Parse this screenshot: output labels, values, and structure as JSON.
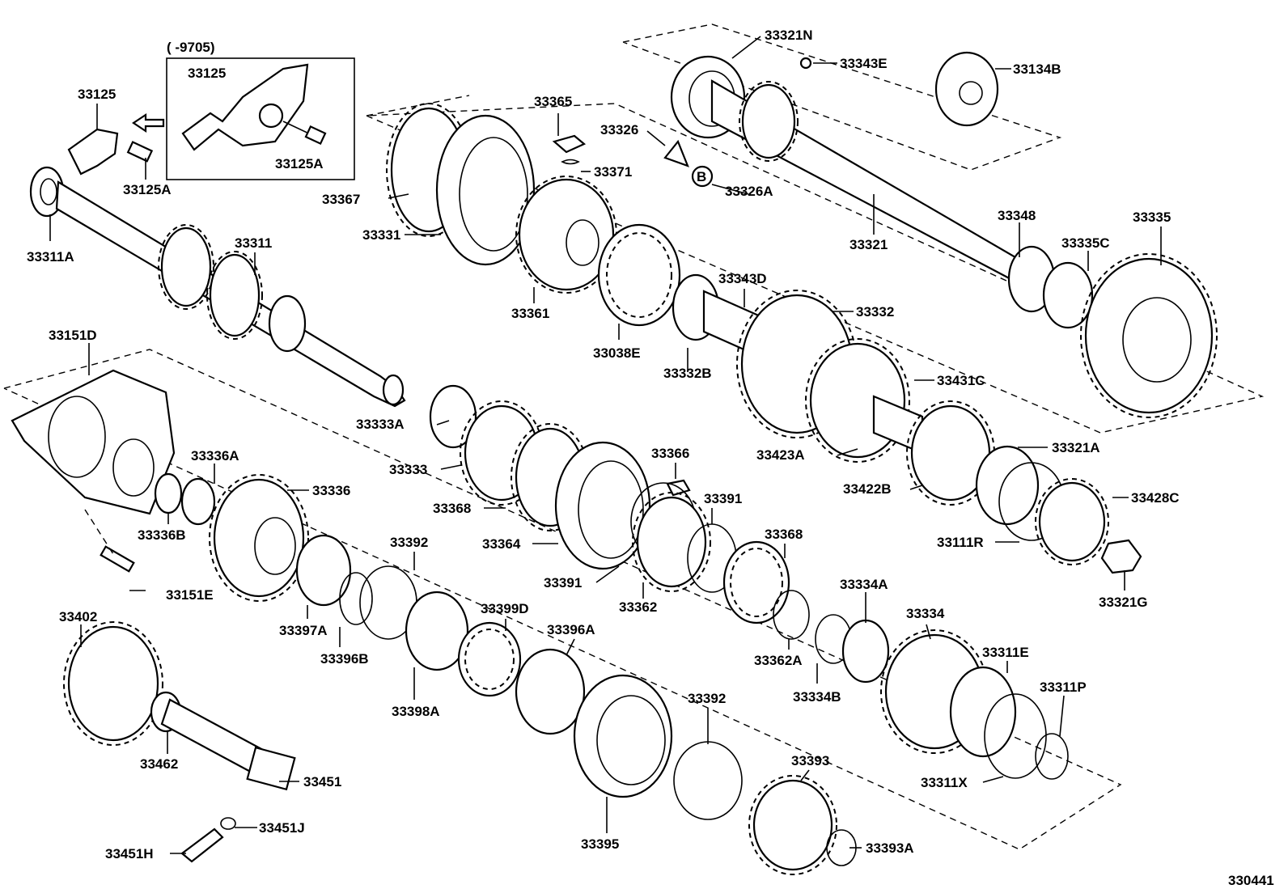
{
  "figure_id": "330441",
  "inset": {
    "range_label": "(      -9705)",
    "labels": [
      "33125",
      "33125A"
    ]
  },
  "callouts": [
    {
      "id": "33125",
      "text": "33125"
    },
    {
      "id": "33125A",
      "text": "33125A"
    },
    {
      "id": "33311A",
      "text": "33311A"
    },
    {
      "id": "33311",
      "text": "33311"
    },
    {
      "id": "33151D",
      "text": "33151D"
    },
    {
      "id": "33336A",
      "text": "33336A"
    },
    {
      "id": "33336",
      "text": "33336"
    },
    {
      "id": "33336B",
      "text": "33336B"
    },
    {
      "id": "33151E",
      "text": "33151E"
    },
    {
      "id": "33402",
      "text": "33402"
    },
    {
      "id": "33462",
      "text": "33462"
    },
    {
      "id": "33451",
      "text": "33451"
    },
    {
      "id": "33451J",
      "text": "33451J"
    },
    {
      "id": "33451H",
      "text": "33451H"
    },
    {
      "id": "33367",
      "text": "33367"
    },
    {
      "id": "33331",
      "text": "33331"
    },
    {
      "id": "33365",
      "text": "33365"
    },
    {
      "id": "33371",
      "text": "33371"
    },
    {
      "id": "33326",
      "text": "33326"
    },
    {
      "id": "33326A",
      "text": "33326A"
    },
    {
      "id": "33361",
      "text": "33361"
    },
    {
      "id": "33038E",
      "text": "33038E"
    },
    {
      "id": "33321N",
      "text": "33321N"
    },
    {
      "id": "33343E",
      "text": "33343E"
    },
    {
      "id": "33134B",
      "text": "33134B"
    },
    {
      "id": "33321",
      "text": "33321"
    },
    {
      "id": "33348",
      "text": "33348"
    },
    {
      "id": "33335",
      "text": "33335"
    },
    {
      "id": "33335C",
      "text": "33335C"
    },
    {
      "id": "33343D",
      "text": "33343D"
    },
    {
      "id": "33332",
      "text": "33332"
    },
    {
      "id": "33332B",
      "text": "33332B"
    },
    {
      "id": "33431C",
      "text": "33431C"
    },
    {
      "id": "33423A",
      "text": "33423A"
    },
    {
      "id": "33321A",
      "text": "33321A"
    },
    {
      "id": "33422B",
      "text": "33422B"
    },
    {
      "id": "33428C",
      "text": "33428C"
    },
    {
      "id": "33111R",
      "text": "33111R"
    },
    {
      "id": "33321G",
      "text": "33321G"
    },
    {
      "id": "33333A",
      "text": "33333A"
    },
    {
      "id": "33333",
      "text": "33333"
    },
    {
      "id": "33368a",
      "text": "33368"
    },
    {
      "id": "33364",
      "text": "33364"
    },
    {
      "id": "33366",
      "text": "33366"
    },
    {
      "id": "33391a",
      "text": "33391"
    },
    {
      "id": "33391b",
      "text": "33391"
    },
    {
      "id": "33362",
      "text": "33362"
    },
    {
      "id": "33368b",
      "text": "33368"
    },
    {
      "id": "33362A",
      "text": "33362A"
    },
    {
      "id": "33397A",
      "text": "33397A"
    },
    {
      "id": "33396B",
      "text": "33396B"
    },
    {
      "id": "33392a",
      "text": "33392"
    },
    {
      "id": "33398A",
      "text": "33398A"
    },
    {
      "id": "33399D",
      "text": "33399D"
    },
    {
      "id": "33396A",
      "text": "33396A"
    },
    {
      "id": "33392b",
      "text": "33392"
    },
    {
      "id": "33395",
      "text": "33395"
    },
    {
      "id": "33393",
      "text": "33393"
    },
    {
      "id": "33393A",
      "text": "33393A"
    },
    {
      "id": "33334A",
      "text": "33334A"
    },
    {
      "id": "33334",
      "text": "33334"
    },
    {
      "id": "33334B",
      "text": "33334B"
    },
    {
      "id": "33311E",
      "text": "33311E"
    },
    {
      "id": "33311P",
      "text": "33311P"
    },
    {
      "id": "33311X",
      "text": "33311X"
    }
  ],
  "ref_marker": "B"
}
